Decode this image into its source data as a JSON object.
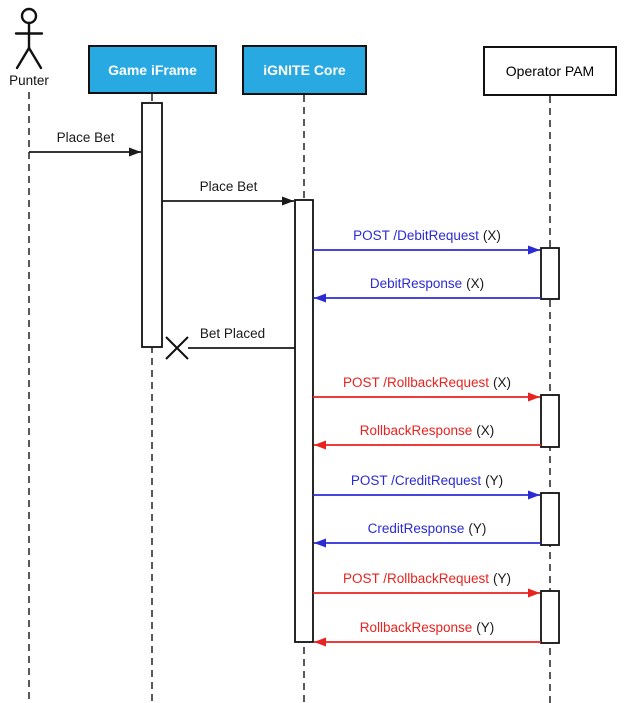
{
  "diagram_type": "uml-sequence",
  "colors": {
    "participant-fill": "#29a9e1",
    "participant-border": "#111111",
    "blue": "#2b2bd5",
    "red": "#e8231f",
    "black": "#1a1a1a"
  },
  "actors": [
    {
      "name": "Punter",
      "kind": "actor"
    },
    {
      "name": "Game iFrame",
      "kind": "participant"
    },
    {
      "name": "iGNITE Core",
      "kind": "participant"
    },
    {
      "name": "Operator PAM",
      "kind": "participant"
    }
  ],
  "messages": [
    {
      "text": "Place Bet",
      "suffix": "",
      "color": "black",
      "from": "Punter",
      "to": "Game iFrame"
    },
    {
      "text": "Place Bet",
      "suffix": "",
      "color": "black",
      "from": "Game iFrame",
      "to": "iGNITE Core"
    },
    {
      "text": "POST /DebitRequest",
      "suffix": "(X)",
      "color": "blue",
      "from": "iGNITE Core",
      "to": "Operator PAM"
    },
    {
      "text": "DebitResponse",
      "suffix": "(X)",
      "color": "blue",
      "from": "Operator PAM",
      "to": "iGNITE Core"
    },
    {
      "text": "Bet Placed",
      "suffix": "",
      "color": "black",
      "from": "iGNITE Core",
      "to": "Game iFrame",
      "end_marker": "destroy-x"
    },
    {
      "text": "POST /RollbackRequest",
      "suffix": "(X)",
      "color": "red",
      "from": "iGNITE Core",
      "to": "Operator PAM"
    },
    {
      "text": "RollbackResponse",
      "suffix": "(X)",
      "color": "red",
      "from": "Operator PAM",
      "to": "iGNITE Core"
    },
    {
      "text": "POST /CreditRequest",
      "suffix": "(Y)",
      "color": "blue",
      "from": "iGNITE Core",
      "to": "Operator PAM"
    },
    {
      "text": "CreditResponse",
      "suffix": "(Y)",
      "color": "blue",
      "from": "Operator PAM",
      "to": "iGNITE Core"
    },
    {
      "text": "POST /RollbackRequest",
      "suffix": "(Y)",
      "color": "red",
      "from": "iGNITE Core",
      "to": "Operator PAM"
    },
    {
      "text": "RollbackResponse",
      "suffix": "(Y)",
      "color": "red",
      "from": "Operator PAM",
      "to": "iGNITE Core"
    }
  ]
}
